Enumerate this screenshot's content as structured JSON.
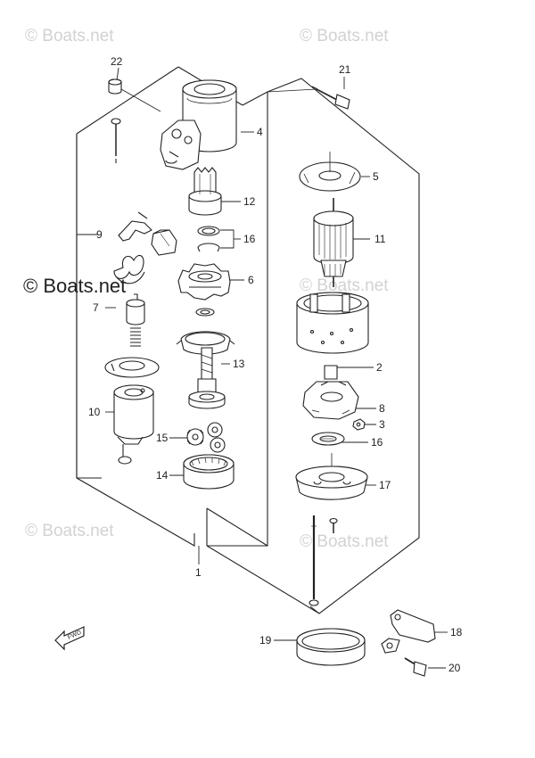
{
  "watermarks": {
    "top_left": "© Boats.net",
    "top_right": "© Boats.net",
    "mid_left": "© Boats.net",
    "mid_right": "© Boats.net",
    "bottom_left": "© Boats.net",
    "bottom_right": "© Boats.net"
  },
  "callouts": {
    "c1": "1",
    "c2": "2",
    "c3": "3",
    "c4": "4",
    "c5": "5",
    "c6": "6",
    "c7": "7",
    "c8": "8",
    "c9": "9",
    "c10": "10",
    "c11": "11",
    "c12": "12",
    "c13": "13",
    "c14": "14",
    "c15": "15",
    "c16a": "16",
    "c16b": "16",
    "c17": "17",
    "c18": "18",
    "c19": "19",
    "c20": "20",
    "c21": "21",
    "c22": "22"
  },
  "fwd_label": "FWD",
  "colors": {
    "line": "#222222",
    "watermark": "#d2d2d2"
  }
}
